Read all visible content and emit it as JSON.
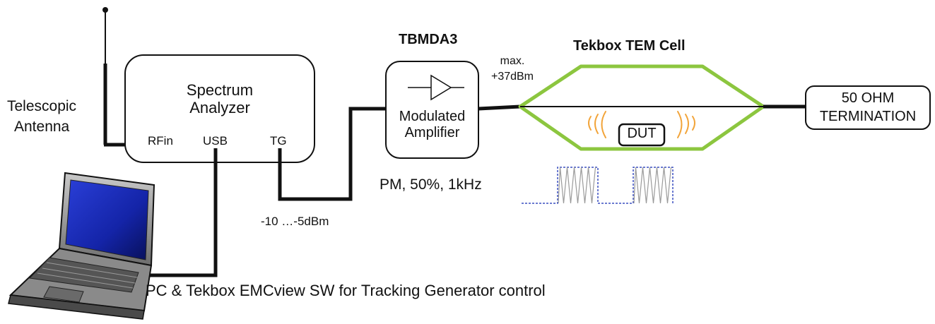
{
  "antenna": {
    "label_line1": "Telescopic",
    "label_line2": "Antenna"
  },
  "spectrum_analyzer": {
    "title_line1": "Spectrum",
    "title_line2": "Analyzer",
    "port_rfin": "RFin",
    "port_usb": "USB",
    "port_tg": "TG"
  },
  "tg_level": "-10 …-5dBm",
  "amplifier": {
    "name": "TBMDA3",
    "line1": "Modulated",
    "line2": "Amplifier",
    "modulation": "PM, 50%, 1kHz",
    "max_label_line1": "max.",
    "max_label_line2": "+37dBm"
  },
  "tem_cell": {
    "title": "Tekbox TEM Cell",
    "dut": "DUT",
    "color": "#8cc63f"
  },
  "termination": {
    "line1": "50 OHM",
    "line2": "TERMINATION"
  },
  "pc": {
    "caption": "PC & Tekbox EMCview SW for Tracking Generator control"
  },
  "icons": {
    "laptop": "laptop-icon",
    "amplifier": "amplifier-triangle-icon",
    "antenna": "antenna-icon"
  },
  "colors": {
    "wave_pulse": "#3a4fc0",
    "wave_carrier": "#9a9a9a",
    "emission_arcs": "#f2a43a"
  }
}
